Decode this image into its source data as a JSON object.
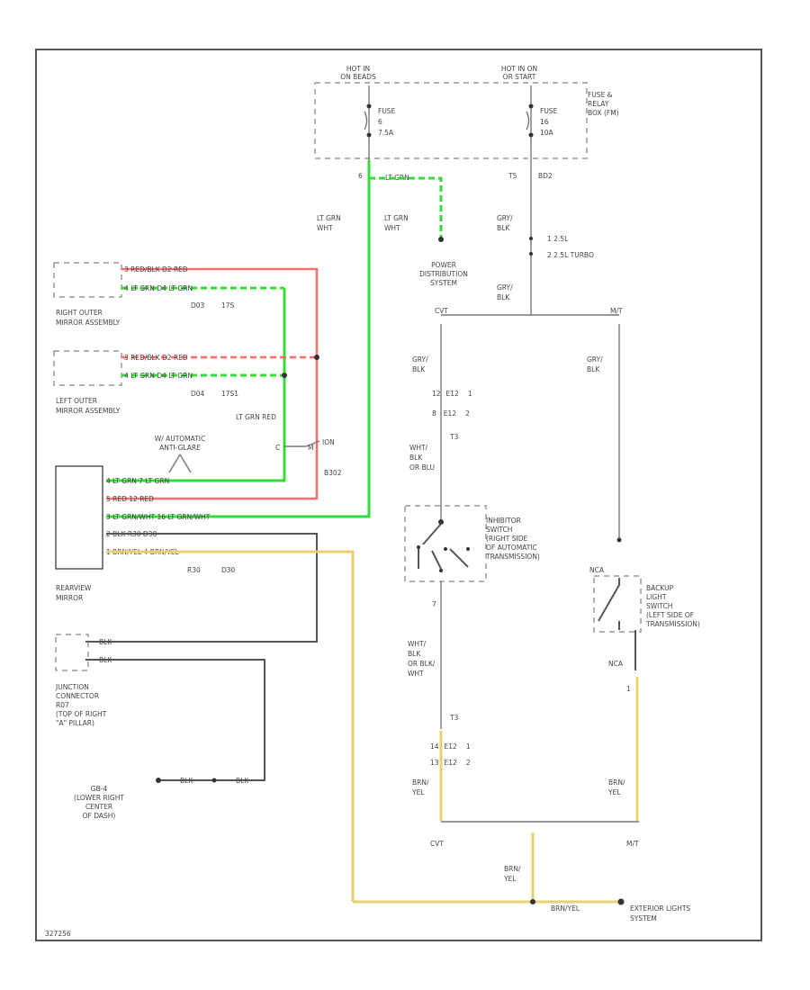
{
  "hot_left": [
    "HOT IN",
    "ON BEADS"
  ],
  "hot_right": [
    "HOT IN ON",
    "OR START"
  ],
  "fuse_left": [
    "FUSE",
    "6",
    "7.5A"
  ],
  "fuse_right": [
    "FUSE",
    "16",
    "10A"
  ],
  "fuse_box": [
    "FUSE &",
    "RELAY",
    "BOX (FM)"
  ],
  "pin_6": "6",
  "pin_t5": "T5",
  "pin_bd2": "BD2",
  "wire_lt_grn_top": "LT GRN",
  "wire_lt_grn_left": [
    "LT GRN",
    "WHT"
  ],
  "wire_lt_grn_mid": [
    "LT GRN",
    "WHT"
  ],
  "wire_gry_blk_top": [
    "GRY/",
    "BLK"
  ],
  "option_1": "1   2.5L",
  "option_2": "2   2.5L TURBO",
  "power_dist": [
    "POWER",
    "DISTRIBUTION",
    "SYSTEM"
  ],
  "wire_gry_blk_mid": [
    "GRY/",
    "BLK"
  ],
  "cvt": "CVT",
  "mt_top": "M/T",
  "wire_gry_blk_left": [
    "GRY/",
    "BLK"
  ],
  "wire_gry_blk_right": [
    "GRY/",
    "BLK"
  ],
  "conn_e12_1": [
    "12",
    "E12",
    "1"
  ],
  "conn_e12_2": [
    "8",
    "E12",
    "2"
  ],
  "t3_top": "T3",
  "wire_wht_blk": [
    "WHT/",
    "BLK",
    "OR BLU"
  ],
  "inhibitor": [
    "INHIBITOR",
    "SWITCH",
    "(RIGHT SIDE",
    "OF AUTOMATIC",
    "TRANSMISSION)"
  ],
  "inhibitor_pin": "7",
  "backup": [
    "BACKUP",
    "LIGHT",
    "SWITCH",
    "(LEFT SIDE OF",
    "TRANSMISSION)"
  ],
  "backup_pin_top": "NCA",
  "backup_pin_bottom": "NCA",
  "backup_pin_1": "1",
  "wire_wht_blk_low": [
    "WHT/",
    "BLK",
    "OR BLK/",
    "WHT"
  ],
  "t3_low": "T3",
  "conn_e12_low_1": [
    "14",
    "E12",
    "1"
  ],
  "conn_e12_low_2": [
    "13",
    "E12",
    "2"
  ],
  "wire_brn_yel_left": [
    "BRN/",
    "YEL"
  ],
  "wire_brn_yel_right": [
    "BRN/",
    "YEL"
  ],
  "cvt_bottom": "CVT",
  "mt_bottom": "M/T",
  "wire_brn_yel_bottom": [
    "BRN/",
    "YEL"
  ],
  "ext_lights": [
    "EXTERIOR LIGHTS",
    "SYSTEM"
  ],
  "wire_brn_yel_bottom_h": "BRN/YEL",
  "right_mirror": [
    "RIGHT OUTER",
    "MIRROR ASSEMBLY"
  ],
  "right_mirror_pins": [
    "3 RED/BLK   D2   RED",
    "4 LT GRN   D4   LT GRN"
  ],
  "right_mirror_codes": [
    "D03",
    "17S"
  ],
  "left_mirror": [
    "LEFT OUTER",
    "MIRROR ASSEMBLY"
  ],
  "left_mirror_pins": [
    "3 RED/BLK   D2   RED",
    "4 LT GRN   D4   LT GRN"
  ],
  "left_mirror_codes": [
    "D04",
    "17S1"
  ],
  "wire_lt_grn_red": "LT GRN  RED",
  "auto_antiglare": [
    "W/ AUTOMATIC",
    "ANTI-GLARE"
  ],
  "c_m_labels": [
    "C",
    "M",
    "ION"
  ],
  "code_b302": "B302",
  "rearview_pins": [
    "4 LT GRN   7   LT GRN",
    "5 RED   12   RED",
    "3 LT GRN/WHT   16   LT GRN/WHT",
    "2 BLK   R30   D30",
    "1 BRN/YEL   4   BRN/YEL"
  ],
  "rearview_codes": [
    "R30",
    "D30"
  ],
  "rearview": [
    "REARVIEW",
    "MIRROR"
  ],
  "junction_pins": [
    "BLK",
    "BLK"
  ],
  "junction": [
    "JUNCTION",
    "CONNECTOR",
    "R07",
    "(TOP OF RIGHT",
    "\"A\" PILLAR)"
  ],
  "ground": [
    "GB-4",
    "(LOWER RIGHT",
    "CENTER",
    "OF DASH)"
  ],
  "ground_wire": [
    "BLK",
    "BLK"
  ],
  "code_id": "327256"
}
